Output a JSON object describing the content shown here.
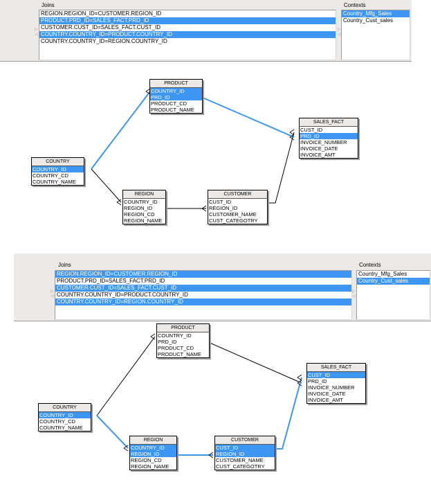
{
  "panels": [
    {
      "joins_label": "Joins",
      "contexts_label": "Contexts",
      "joins": [
        {
          "text": "REGION.REGION_ID=CUSTOMER.REGION_ID",
          "selected": false
        },
        {
          "text": "PRODUCT.PRD_ID=SALES_FACT.PRD_ID",
          "selected": true
        },
        {
          "text": "CUSTOMER.CUST_ID=SALES_FACT.CUST_ID",
          "selected": false
        },
        {
          "text": "COUNTRY.COUNTRY_ID=PRODUCT.COUNTRY_ID",
          "selected": true
        },
        {
          "text": "COUNTRY.COUNTRY_ID=REGION.COUNTRY_ID",
          "selected": false
        }
      ],
      "contexts": [
        {
          "text": "Country_Mfg_Sales",
          "selected": true
        },
        {
          "text": "Country_Cust_sales",
          "selected": false
        }
      ]
    },
    {
      "joins_label": "Joins",
      "contexts_label": "Contexts",
      "joins": [
        {
          "text": "REGION.REGION_ID=CUSTOMER.REGION_ID",
          "selected": true
        },
        {
          "text": "PRODUCT.PRD_ID=SALES_FACT.PRD_ID",
          "selected": false
        },
        {
          "text": "CUSTOMER.CUST_ID=SALES_FACT.CUST_ID",
          "selected": true
        },
        {
          "text": "COUNTRY.COUNTRY_ID=PRODUCT.COUNTRY_ID",
          "selected": false
        },
        {
          "text": "COUNTRY.COUNTRY_ID=REGION.COUNTRY_ID",
          "selected": true
        }
      ],
      "contexts": [
        {
          "text": "Country_Mfg_Sales",
          "selected": false
        },
        {
          "text": "Country_Cust_sales",
          "selected": true
        }
      ]
    }
  ],
  "diagrams": [
    {
      "tables": {
        "product": {
          "name": "PRODUCT",
          "columns": [
            {
              "text": "COUNTRY_ID",
              "selected": true
            },
            {
              "text": "PRD_ID",
              "selected": true
            },
            {
              "text": "PRODUCT_CD",
              "selected": false
            },
            {
              "text": "PRODUCT_NAME",
              "selected": false
            }
          ]
        },
        "sales_fact": {
          "name": "SALES_FACT",
          "columns": [
            {
              "text": "CUST_ID",
              "selected": false
            },
            {
              "text": "PRD_ID",
              "selected": true
            },
            {
              "text": "INVOICE_NUMBER",
              "selected": false
            },
            {
              "text": "INVOICE_DATE",
              "selected": false
            },
            {
              "text": "INVOICE_AMT",
              "selected": false
            }
          ]
        },
        "country": {
          "name": "COUNTRY",
          "columns": [
            {
              "text": "COUNTRY_ID",
              "selected": true
            },
            {
              "text": "COUNTRY_CD",
              "selected": false
            },
            {
              "text": "COUNTRY_NAME",
              "selected": false
            }
          ]
        },
        "region": {
          "name": "REGION",
          "columns": [
            {
              "text": "COUNTRY_ID",
              "selected": false
            },
            {
              "text": "REGION_ID",
              "selected": false
            },
            {
              "text": "REGION_CD",
              "selected": false
            },
            {
              "text": "REGION_NAME",
              "selected": false
            }
          ]
        },
        "customer": {
          "name": "CUSTOMER",
          "columns": [
            {
              "text": "CUST_ID",
              "selected": false
            },
            {
              "text": "REGION_ID",
              "selected": false
            },
            {
              "text": "CUSTOMER_NAME",
              "selected": false
            },
            {
              "text": "CUST_CATEGOTRY",
              "selected": false
            }
          ]
        }
      },
      "links": [
        {
          "from": "country",
          "to": "product",
          "highlighted": true
        },
        {
          "from": "product",
          "to": "sales_fact",
          "highlighted": true
        },
        {
          "from": "country",
          "to": "region",
          "highlighted": false
        },
        {
          "from": "region",
          "to": "customer",
          "highlighted": false
        },
        {
          "from": "customer",
          "to": "sales_fact",
          "highlighted": false
        }
      ]
    },
    {
      "tables": {
        "product": {
          "name": "PRODUCT",
          "columns": [
            {
              "text": "COUNTRY_ID",
              "selected": false
            },
            {
              "text": "PRD_ID",
              "selected": false
            },
            {
              "text": "PRODUCT_CD",
              "selected": false
            },
            {
              "text": "PRODUCT_NAME",
              "selected": false
            }
          ]
        },
        "sales_fact": {
          "name": "SALES_FACT",
          "columns": [
            {
              "text": "CUST_ID",
              "selected": true
            },
            {
              "text": "PRD_ID",
              "selected": false
            },
            {
              "text": "INVOICE_NUMBER",
              "selected": false
            },
            {
              "text": "INVOICE_DATE",
              "selected": false
            },
            {
              "text": "INVOICE_AMT",
              "selected": false
            }
          ]
        },
        "country": {
          "name": "COUNTRY",
          "columns": [
            {
              "text": "COUNTRY_ID",
              "selected": true
            },
            {
              "text": "COUNTRY_CD",
              "selected": false
            },
            {
              "text": "COUNTRY_NAME",
              "selected": false
            }
          ]
        },
        "region": {
          "name": "REGION",
          "columns": [
            {
              "text": "COUNTRY_ID",
              "selected": true
            },
            {
              "text": "REGION_ID",
              "selected": true
            },
            {
              "text": "REGION_CD",
              "selected": false
            },
            {
              "text": "REGION_NAME",
              "selected": false
            }
          ]
        },
        "customer": {
          "name": "CUSTOMER",
          "columns": [
            {
              "text": "CUST_ID",
              "selected": true
            },
            {
              "text": "REGION_ID",
              "selected": true
            },
            {
              "text": "CUSTOMER_NAME",
              "selected": false
            },
            {
              "text": "CUST_CATEGOTRY",
              "selected": false
            }
          ]
        }
      },
      "links": [
        {
          "from": "country",
          "to": "product",
          "highlighted": false
        },
        {
          "from": "product",
          "to": "sales_fact",
          "highlighted": false
        },
        {
          "from": "country",
          "to": "region",
          "highlighted": true
        },
        {
          "from": "region",
          "to": "customer",
          "highlighted": true
        },
        {
          "from": "customer",
          "to": "sales_fact",
          "highlighted": true
        }
      ]
    }
  ],
  "colors": {
    "selection": "#3d97f2",
    "link": "#000000",
    "link_highlight": "#3d97f2"
  }
}
